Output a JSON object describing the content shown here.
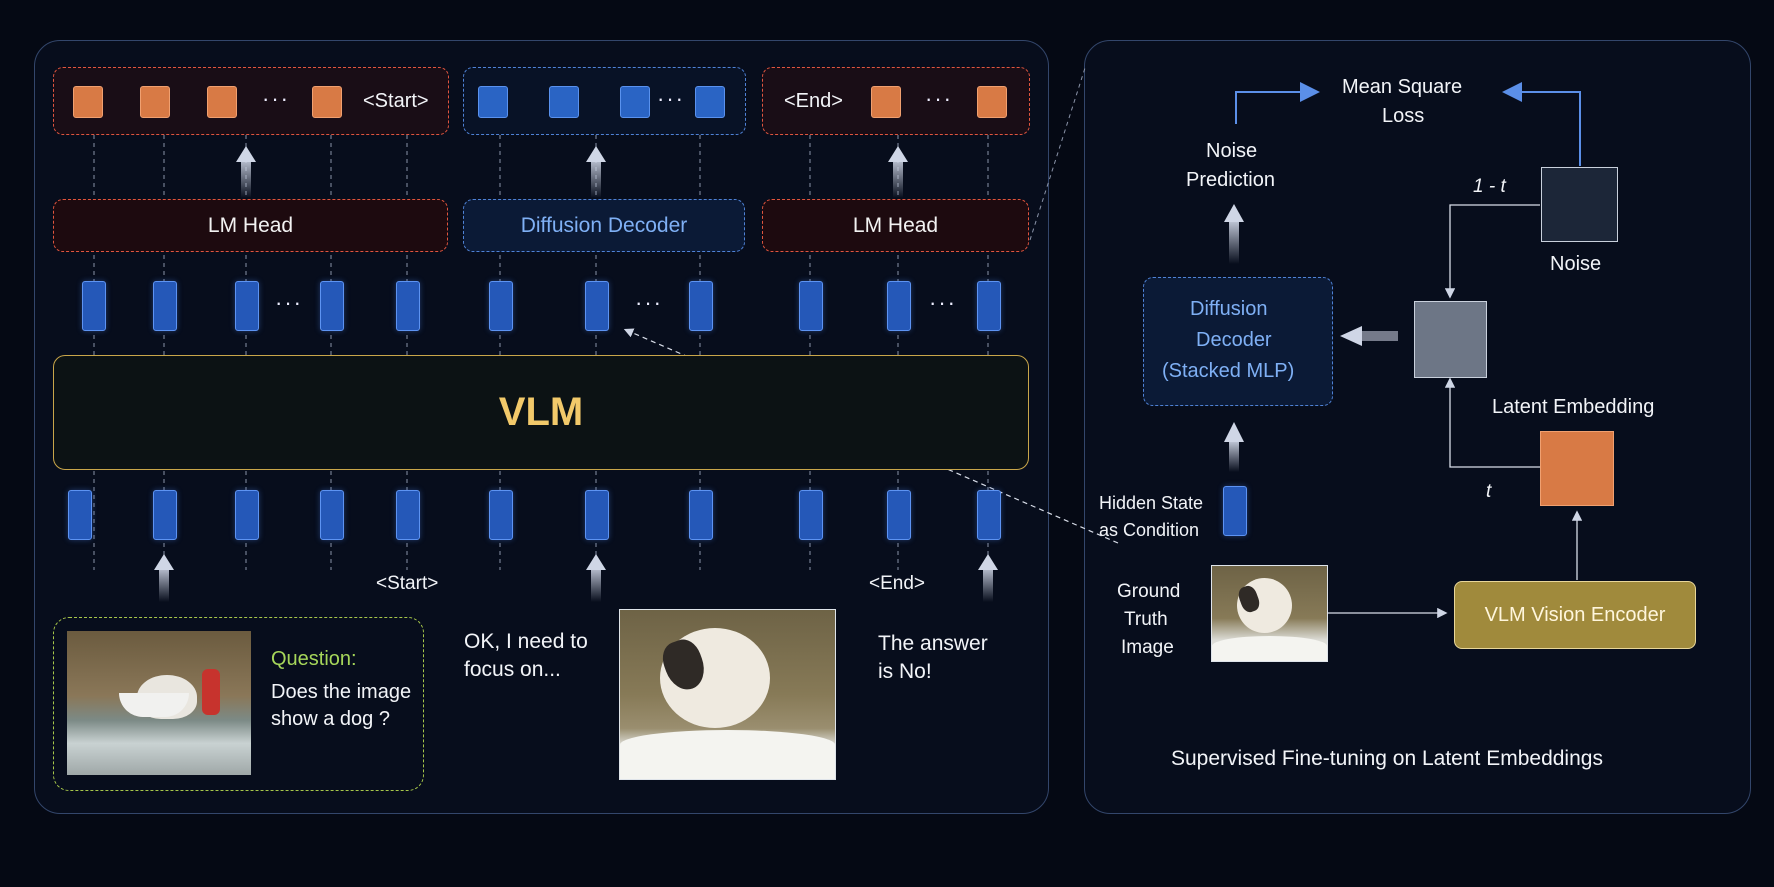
{
  "left": {
    "vlm_label": "VLM",
    "lm_head_1": "LM Head",
    "diffusion_decoder": "Diffusion Decoder",
    "lm_head_2": "LM Head",
    "start_token_top": "<Start>",
    "end_token_top": "<End>",
    "start_token_bottom": "<Start>",
    "end_token_bottom": "<End>",
    "ellipsis": "···",
    "question_label": "Question:",
    "question_text_1": "Does the image",
    "question_text_2": "show a dog ?",
    "reasoning_1": "OK, I need to",
    "reasoning_2": "focus on...",
    "answer_1": "The answer",
    "answer_2": "is No!"
  },
  "right": {
    "mean_square_loss_1": "Mean Square",
    "mean_square_loss_2": "Loss",
    "noise_prediction_1": "Noise",
    "noise_prediction_2": "Prediction",
    "one_minus_t": "1 - t",
    "noise": "Noise",
    "diffusion_decoder_1": "Diffusion",
    "diffusion_decoder_2": "Decoder",
    "diffusion_decoder_3": "(Stacked MLP)",
    "latent_embedding": "Latent Embedding",
    "t": "t",
    "hidden_state_1": "Hidden State",
    "hidden_state_2": "as Condition",
    "ground_truth_1": "Ground",
    "ground_truth_2": "Truth",
    "ground_truth_3": "Image",
    "vision_encoder": "VLM Vision Encoder",
    "caption": "Supervised Fine-tuning on Latent Embeddings"
  },
  "colors": {
    "background": "#050914",
    "orange": "#d87a45",
    "blue": "#2a64c4",
    "vlm_gold": "#f2c96a",
    "question_green": "#a6d65a",
    "diffusion_text": "#7fb0f5"
  }
}
